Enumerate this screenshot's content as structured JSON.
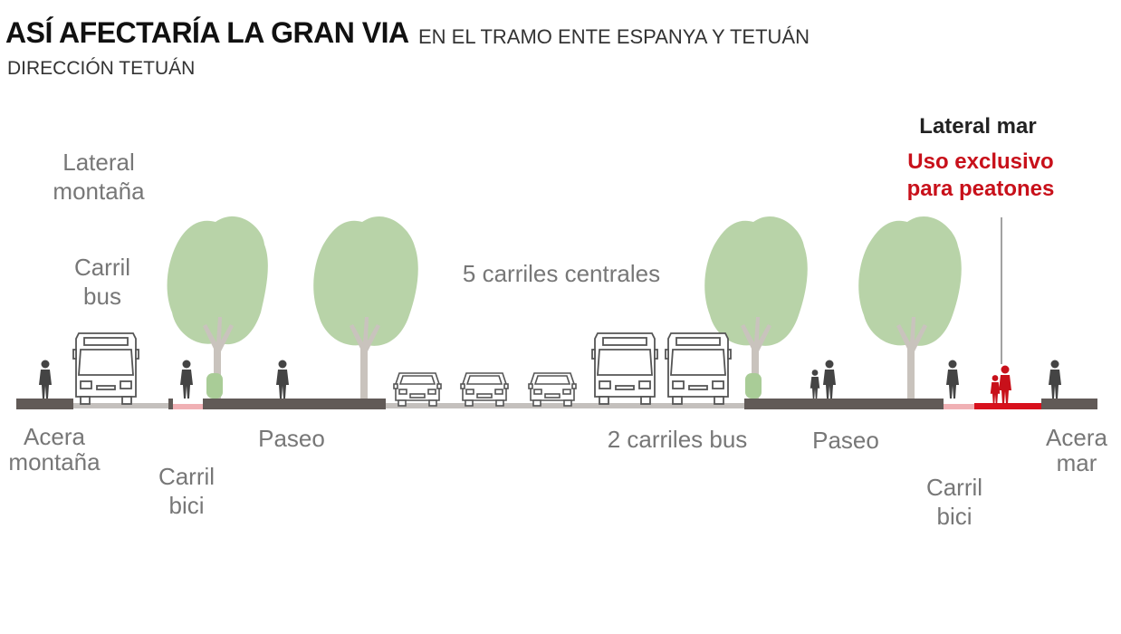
{
  "header": {
    "title": "ASÍ AFECTARÍA LA GRAN VIA",
    "subtitle": "EN EL TRAMO ENTE ESPANYA Y TETUÁN",
    "direction": "DIRECCIÓN TETUÁN"
  },
  "labels": {
    "lateral_montana": "Lateral\nmontaña",
    "carril_bus": "Carril\nbus",
    "carriles_centrales": "5 carriles centrales",
    "lateral_mar": "Lateral mar",
    "uso_exclusivo": "Uso exclusivo\npara peatones",
    "acera_montana": "Acera\nmontaña",
    "carril_bici_left": "Carril\nbici",
    "paseo_left": "Paseo",
    "dos_carriles_bus": "2 carriles bus",
    "paseo_right": "Paseo",
    "carril_bici_right": "Carril\nbici",
    "acera_mar": "Acera\nmar"
  },
  "colors": {
    "sidewalk": "#615a57",
    "road": "#c4c0bd",
    "bike_lane": "#f0b0b4",
    "pedestrian_zone": "#d8101c",
    "tree": "#b8d3a8",
    "trunk": "#c9c3bd",
    "planter": "#a9cc97",
    "pedestrian": "#444444",
    "vehicle_stroke": "#555555",
    "accent_red": "#c8101a"
  },
  "icons": [
    "pedestrian-icon",
    "bus-icon",
    "car-icon",
    "tree-icon",
    "cyclist-icon",
    "family-icon"
  ]
}
